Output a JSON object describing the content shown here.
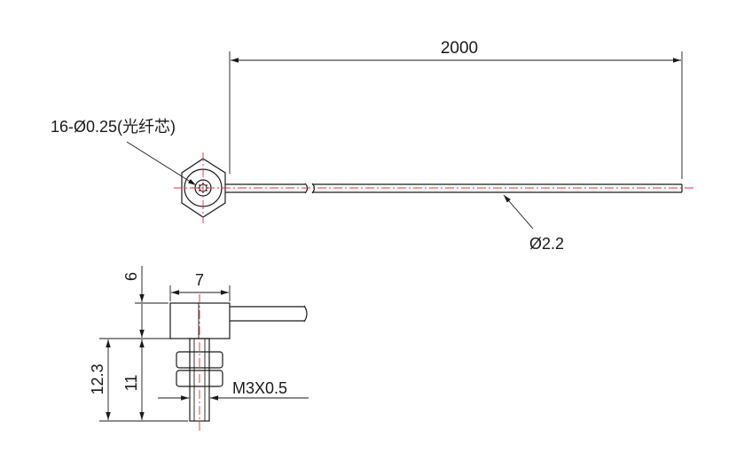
{
  "dimensions": {
    "cable_length": "2000",
    "core_spec": "16-Ø0.25(光纤芯)",
    "cable_diameter": "Ø2.2",
    "hex_height": "6",
    "hex_width": "7",
    "body_height": "12.3",
    "thread_length": "11",
    "thread_spec": "M3X0.5"
  },
  "colors": {
    "line": "#1a1a1a",
    "centerline": "#e0303a"
  }
}
